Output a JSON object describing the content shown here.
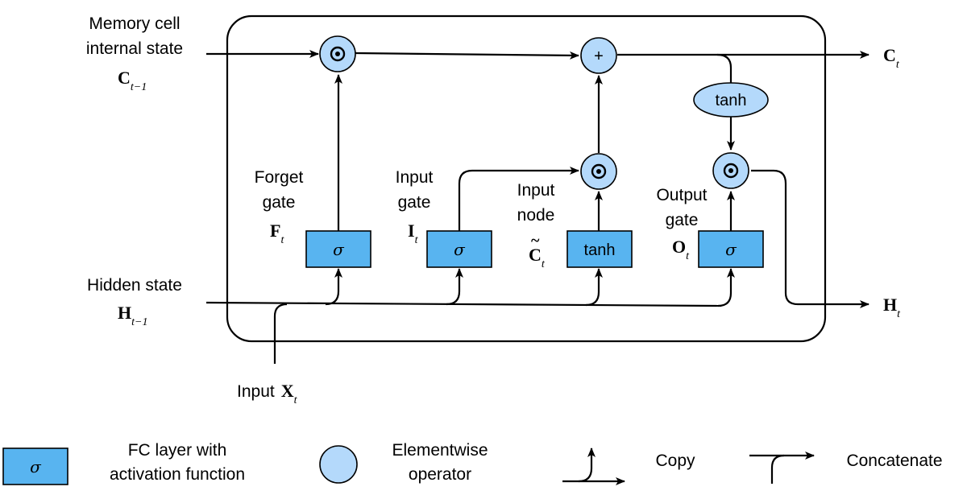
{
  "labels": {
    "memory_cell_line1": "Memory cell",
    "memory_cell_line2": "internal state",
    "c_prev_sym": "C",
    "c_prev_sub": "t−1",
    "hidden_state": "Hidden state",
    "h_prev_sym": "H",
    "h_prev_sub": "t−1",
    "input_word": "Input",
    "x_sym": "X",
    "x_sub": "t",
    "c_out_sym": "C",
    "c_out_sub": "t",
    "h_out_sym": "H",
    "h_out_sub": "t"
  },
  "gates": {
    "forget": {
      "line1": "Forget",
      "line2": "gate",
      "sym": "F",
      "sub": "t",
      "fn": "σ"
    },
    "input": {
      "line1": "Input",
      "line2": "gate",
      "sym": "I",
      "sub": "t",
      "fn": "σ"
    },
    "node": {
      "line1": "Input",
      "line2": "node",
      "sym": "C",
      "tilde": "~",
      "sub": "t",
      "fn": "tanh"
    },
    "output": {
      "line1": "Output",
      "line2": "gate",
      "sym": "O",
      "sub": "t",
      "fn": "σ"
    }
  },
  "operators": {
    "mult": "⊙",
    "add": "+",
    "tanh": "tanh"
  },
  "legend": {
    "fc_symbol": "σ",
    "fc_line1": "FC layer with",
    "fc_line2": "activation function",
    "op_line1": "Elementwise",
    "op_line2": "operator",
    "copy": "Copy",
    "concat": "Concatenate"
  },
  "colors": {
    "fc_fill": "#58b4f0",
    "op_fill": "#b4d9fb"
  }
}
